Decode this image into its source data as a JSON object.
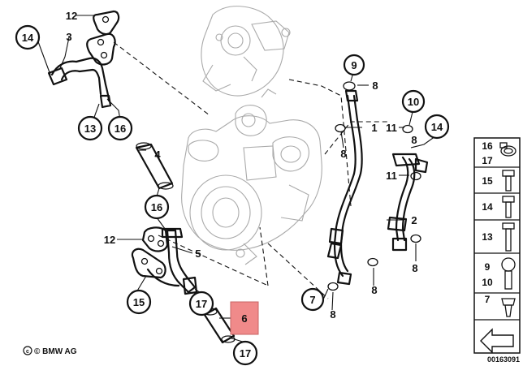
{
  "callouts": {
    "c14a": "14",
    "c3": "3",
    "c12a": "12",
    "c13": "13",
    "c16a": "16",
    "c4": "4",
    "c16b": "16",
    "c12b": "12",
    "c5": "5",
    "c15": "15",
    "c17a": "17",
    "c6": "6",
    "c17b": "17",
    "c9": "9",
    "c8a": "8",
    "c1": "1",
    "c8b": "8",
    "c10": "10",
    "c11a": "11",
    "c8c": "8",
    "c14b": "14",
    "c11b": "11",
    "c2": "2",
    "c8d": "8",
    "c8e": "8",
    "c7": "7",
    "c8f": "8"
  },
  "legend": {
    "items": [
      {
        "nums": [
          "16",
          "17"
        ],
        "icon": "hose-clamp-icon"
      },
      {
        "nums": [
          "15"
        ],
        "icon": "hex-bolt-icon"
      },
      {
        "nums": [
          "14"
        ],
        "icon": "hex-bolt-icon"
      },
      {
        "nums": [
          "13"
        ],
        "icon": "hex-bolt-icon"
      },
      {
        "nums": [
          "9",
          "10"
        ],
        "icon": "banjo-bolt-icon"
      },
      {
        "nums": [
          "7"
        ],
        "icon": "hollow-screw-icon"
      }
    ]
  },
  "footer": {
    "copyright": "© BMW AG",
    "diagram_id": "00163091"
  },
  "highlight_color": "#f08a8a"
}
